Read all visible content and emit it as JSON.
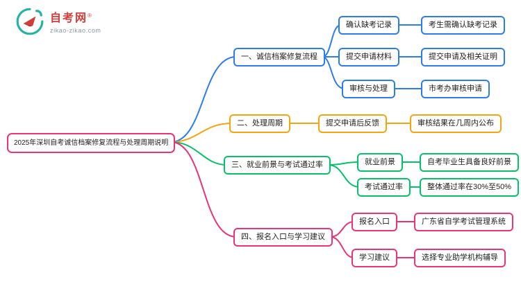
{
  "brand": {
    "name": "自考网",
    "trademark": "®",
    "domain": "zikao-zikao.com"
  },
  "colors": {
    "blue": "#2b7cf0",
    "orange": "#f5a30f",
    "green": "#06c167",
    "pink": "#ea3379",
    "logo_teal": "#22b3a6",
    "logo_red": "#d43d37"
  },
  "root": {
    "label": "2025年深圳自考诚信档案修复流程与处理周期说明"
  },
  "branches": [
    {
      "label": "一、诚信档案修复流程",
      "color": "blue",
      "children": [
        {
          "label": "确认缺考记录",
          "detail": "考生需确认缺考记录"
        },
        {
          "label": "提交申请材料",
          "detail": "提交申请及相关证明"
        },
        {
          "label": "审核与处理",
          "detail": "市考办审核申请"
        }
      ]
    },
    {
      "label": "二、处理周期",
      "color": "orange",
      "children": [
        {
          "label": "提交申请后反馈",
          "detail": "审核结果在几周内公布"
        }
      ]
    },
    {
      "label": "三、就业前景与考试通过率",
      "color": "green",
      "children": [
        {
          "label": "就业前景",
          "detail": "自考毕业生具备良好前景"
        },
        {
          "label": "考试通过率",
          "detail": "整体通过率在30%至50%"
        }
      ]
    },
    {
      "label": "四、报名入口与学习建议",
      "color": "pink",
      "children": [
        {
          "label": "报名入口",
          "detail": "广东省自学考试管理系统"
        },
        {
          "label": "学习建议",
          "detail": "选择专业助学机构辅导"
        }
      ]
    }
  ]
}
